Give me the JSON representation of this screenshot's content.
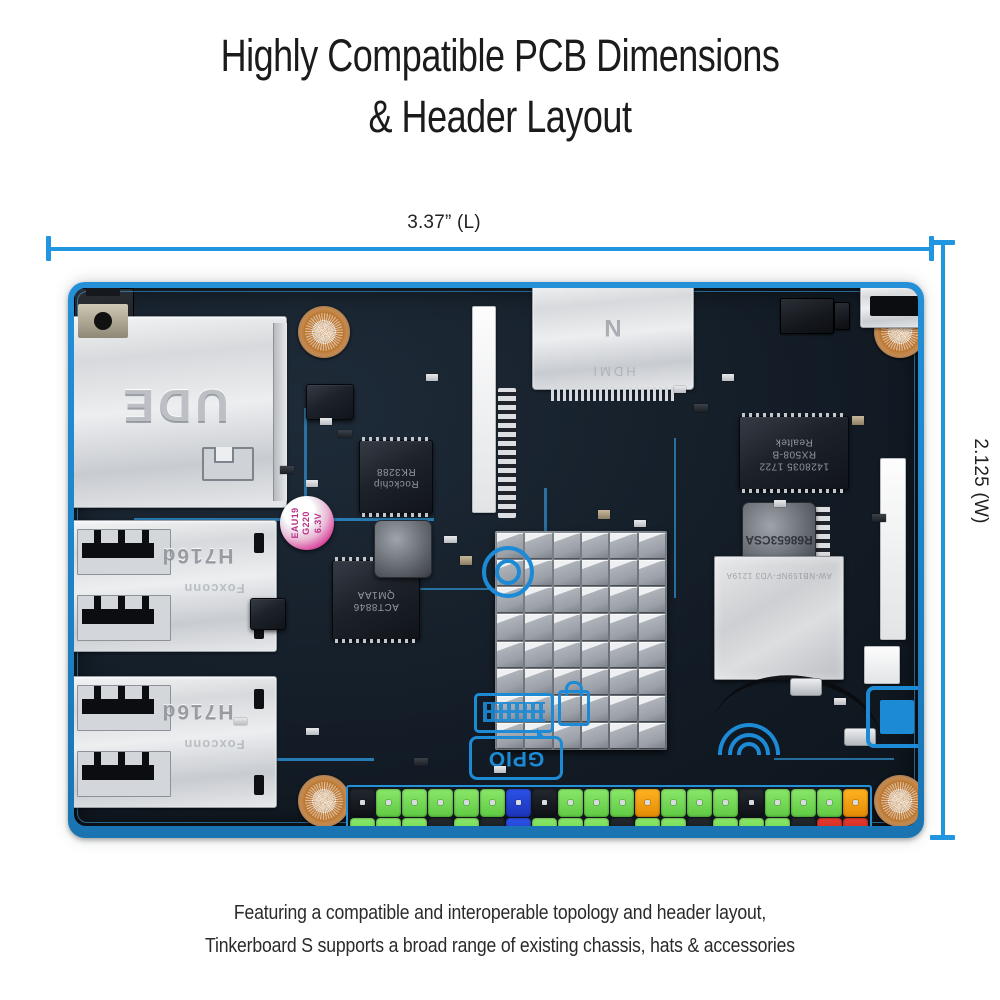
{
  "page": {
    "background_color": "#ffffff",
    "accent_color": "#2196e0"
  },
  "title": {
    "line1": "Highly Compatible PCB Dimensions",
    "line2": "& Header Layout"
  },
  "caption": {
    "line1": "Featuring a compatible and interoperable topology and header layout,",
    "line2": "Tinkerboard S supports a broad range of existing chassis, hats & accessories"
  },
  "dimensions": {
    "length_label": "3.37” (L)",
    "width_label": "2.125 (W)",
    "line_color": "#2196e0"
  },
  "board": {
    "name": "Tinkerboard S single board computer",
    "pcb_edge_color": "#2390d8",
    "pcb_surface_color": "#141c26",
    "silkscreen_color": "#1d8ad6",
    "components": {
      "ethernet": {
        "label": "UDE"
      },
      "usb_top": {
        "brand": "Foxconn",
        "part": "H716d"
      },
      "usb_bottom": {
        "brand": "Foxconn",
        "part": "H716d"
      },
      "hdmi": {
        "mark": "N",
        "mark2": "HDMI"
      },
      "micro_usb": {
        "label": "micro-usb-power"
      },
      "audio_jack": {
        "label": "3.5mm-audio-jack"
      },
      "capacitor": {
        "line1": "EAU19",
        "line2": "G220",
        "line3": "6.3V"
      },
      "lan_chip": {
        "line1": "Realtek",
        "line2": "RX508-B",
        "line3": "1428035 1722"
      },
      "inductor": {
        "line1": "R68",
        "line2": "653",
        "line3": "CSA"
      },
      "wifi_module": {
        "label": "AW-NB159NF-VD3  1219A"
      },
      "soc_chip": {
        "line1": "Rockchip",
        "line2": "RK3288"
      },
      "pmic_chip": {
        "line1": "ACT8846",
        "line2": "QM1AA"
      },
      "heatsink": {
        "label": "pin-fin-heatsink",
        "cols": 6,
        "rows": 8
      }
    },
    "silkscreen_icons": [
      {
        "name": "keyboard-icon"
      },
      {
        "name": "lock-icon"
      },
      {
        "name": "gpio-bubble",
        "label": "GPIO"
      },
      {
        "name": "camera-icon"
      },
      {
        "name": "wifi-antenna-icon"
      },
      {
        "name": "display-icon"
      }
    ],
    "gpio_header": {
      "label": "40-pin GPIO header",
      "pin_count": 40,
      "columns": 20,
      "rows": 2,
      "legend": {
        "green": "#6fdc50",
        "blue": "#2b52e8",
        "orange": "#ffb421",
        "red": "#e63a2f",
        "black": "#1a1f26"
      },
      "top_row_colors": [
        "black",
        "green",
        "green",
        "green",
        "green",
        "green",
        "blue",
        "black",
        "green",
        "green",
        "green",
        "orange",
        "green",
        "green",
        "green",
        "black",
        "green",
        "green",
        "green",
        "orange"
      ],
      "bottom_row_colors": [
        "green",
        "green",
        "green",
        "black",
        "green",
        "black",
        "blue",
        "green",
        "green",
        "green",
        "black",
        "green",
        "green",
        "black",
        "green",
        "green",
        "green",
        "black",
        "red",
        "red"
      ]
    },
    "mounting_holes": 4
  }
}
